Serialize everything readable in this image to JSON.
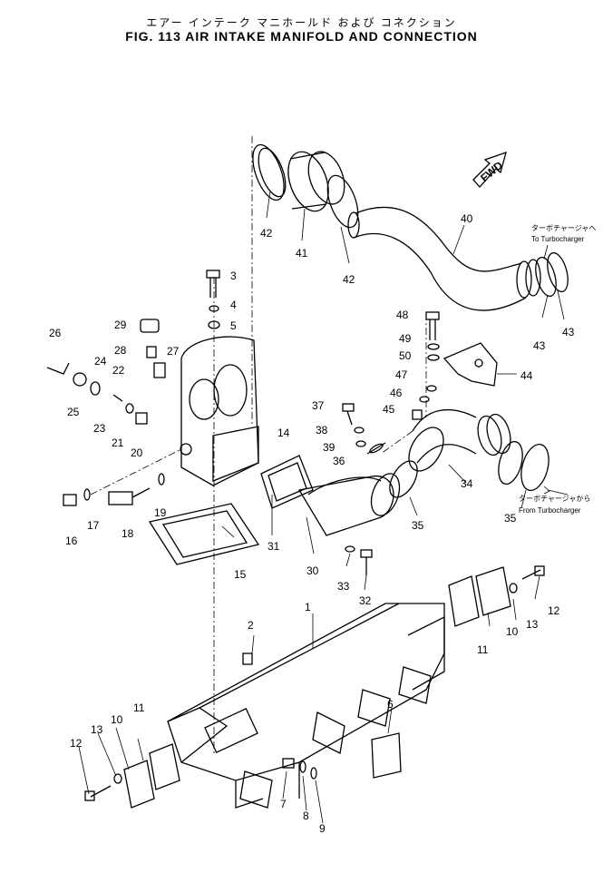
{
  "title_jp": "エアー インテーク マニホールド および コネクション",
  "title": "FIG. 113  AIR INTAKE MANIFOLD AND CONNECTION",
  "fwd_label": "FWD",
  "notes": {
    "to_turbo_jp": "ターボチャージャへ",
    "to_turbo_en": "To Turbocharger",
    "from_turbo_jp": "ターボチャージャから",
    "from_turbo_en": "From Turbocharger"
  },
  "callouts": [
    "1",
    "2",
    "3",
    "4",
    "5",
    "6",
    "7",
    "8",
    "9",
    "10",
    "10",
    "11",
    "11",
    "12",
    "12",
    "13",
    "13",
    "14",
    "15",
    "16",
    "17",
    "18",
    "19",
    "20",
    "21",
    "22",
    "23",
    "24",
    "25",
    "26",
    "27",
    "28",
    "29",
    "30",
    "31",
    "32",
    "33",
    "34",
    "35",
    "35",
    "36",
    "37",
    "38",
    "39",
    "40",
    "41",
    "42",
    "42",
    "43",
    "43",
    "44",
    "45",
    "46",
    "47",
    "48",
    "49",
    "50"
  ]
}
